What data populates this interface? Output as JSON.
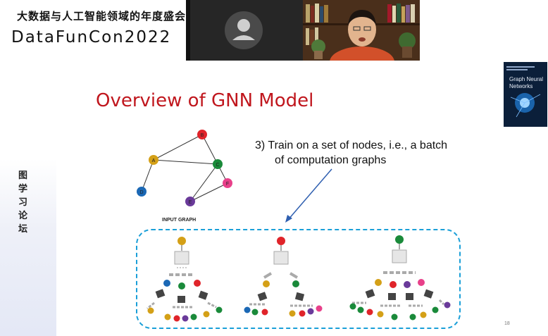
{
  "header": {
    "title_cn": "大数据与人工智能领域的年度盛会",
    "title_en": "DataFunCon2022"
  },
  "video": {
    "avatar_icon": "user-avatar-icon"
  },
  "book": {
    "title": "Graph Neural Networks"
  },
  "side_label": {
    "text": "图学习论坛"
  },
  "slide": {
    "title": "Overview of GNN Model",
    "step_line1": "3) Train on a set of nodes, i.e., a  batch",
    "step_line2": "of computation graphs",
    "input_graph_label": "INPUT GRAPH",
    "page_number": "18"
  },
  "graph": {
    "nodes": [
      {
        "id": "A",
        "color": "#d4a017"
      },
      {
        "id": "B",
        "color": "#e0242a"
      },
      {
        "id": "C",
        "color": "#1a8a3a"
      },
      {
        "id": "D",
        "color": "#1b68b5"
      },
      {
        "id": "E",
        "color": "#6a3a9a"
      },
      {
        "id": "F",
        "color": "#e8408a"
      }
    ],
    "edges": [
      [
        "A",
        "B"
      ],
      [
        "B",
        "C"
      ],
      [
        "A",
        "C"
      ],
      [
        "A",
        "D"
      ],
      [
        "C",
        "E"
      ],
      [
        "C",
        "F"
      ],
      [
        "E",
        "F"
      ]
    ]
  },
  "colors": {
    "title_red": "#c0161d",
    "dash_blue": "#1a9fd8",
    "arrow_blue": "#2f5fb0"
  }
}
